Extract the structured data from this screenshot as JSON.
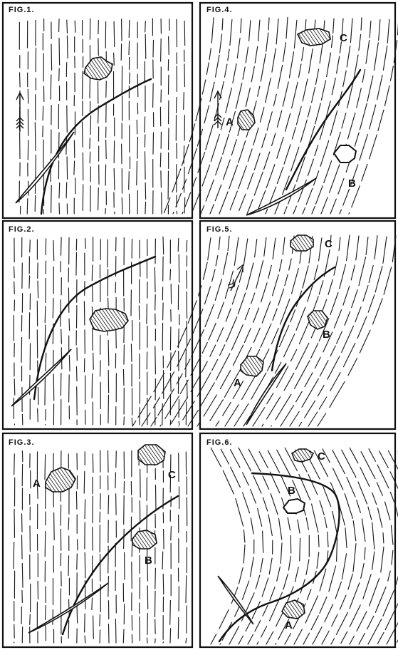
{
  "figures": [
    {
      "id": "fig1",
      "label": "FIG.1.",
      "points": []
    },
    {
      "id": "fig4",
      "label": "FIG.4.",
      "points": [
        "A",
        "B",
        "C"
      ]
    },
    {
      "id": "fig2",
      "label": "FIG.2.",
      "points": []
    },
    {
      "id": "fig5",
      "label": "FIG.5.",
      "points": [
        "A",
        "B",
        "C"
      ]
    },
    {
      "id": "fig3",
      "label": "FIG.3.",
      "points": [
        "A",
        "B",
        "C"
      ]
    },
    {
      "id": "fig6",
      "label": "FIG.6.",
      "points": [
        "A",
        "B",
        "C"
      ]
    }
  ],
  "colors": {
    "ink": "#111111",
    "paper": "#ffffff"
  }
}
